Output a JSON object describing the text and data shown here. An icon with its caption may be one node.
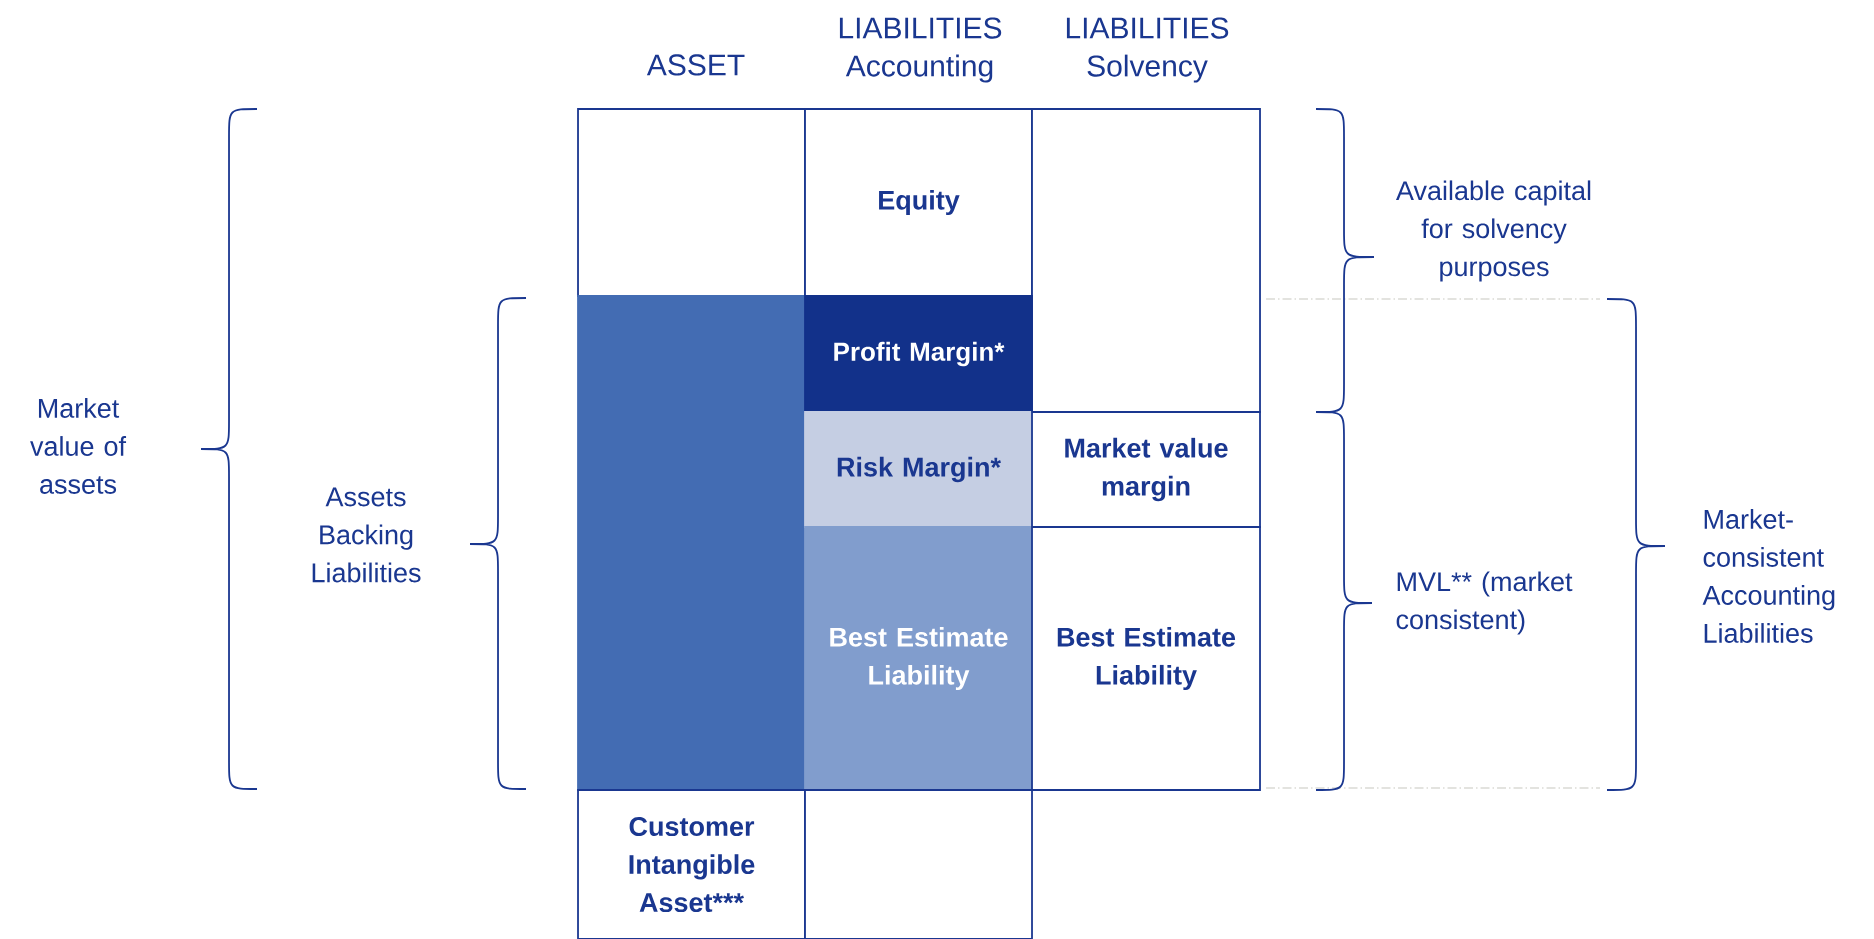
{
  "diagram": {
    "nodes": [
      {
        "text": [],
        "shape": "box"
      },
      {
        "text": [
          "Equity"
        ]
      },
      {
        "text": [],
        "shape": "box"
      },
      {
        "text": [],
        "shape": "box"
      },
      {
        "text": [
          "Profit Margin*"
        ]
      },
      {
        "text": [
          "Risk Margin*"
        ]
      },
      {
        "text": [
          "Market value margin"
        ]
      },
      {
        "text": [
          "Best Estimate Liability"
        ]
      },
      {
        "text": [
          "Best Estimate Liability"
        ]
      },
      {
        "text": [
          "Customer Intangible Asset***"
        ]
      },
      {
        "text": [],
        "shape": "box"
      }
    ],
    "labels": [
      "ASSET",
      "LIABILITIES Accounting",
      "LIABILITIES Solvency",
      "Available capital for solvency purposes",
      "Market value of assets",
      "Assets Backing Liabilities",
      "MVL** (market consistent)",
      "Market-consistent Accounting Liabilities"
    ]
  }
}
